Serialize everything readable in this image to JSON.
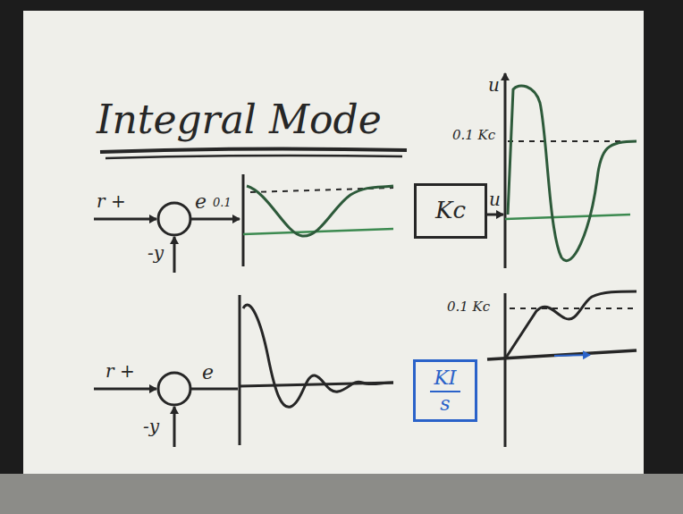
{
  "diagram": {
    "title": "Integral Mode",
    "nodes": [
      {
        "text": [
          "Kc"
        ]
      },
      {
        "text": [
          "KI",
          "s"
        ]
      }
    ],
    "labels": [
      "r +",
      "-y",
      "e",
      "0.1",
      "u",
      "u",
      "0.1 Kc",
      "r +",
      "-y",
      "e",
      "0.1 Kc"
    ]
  }
}
